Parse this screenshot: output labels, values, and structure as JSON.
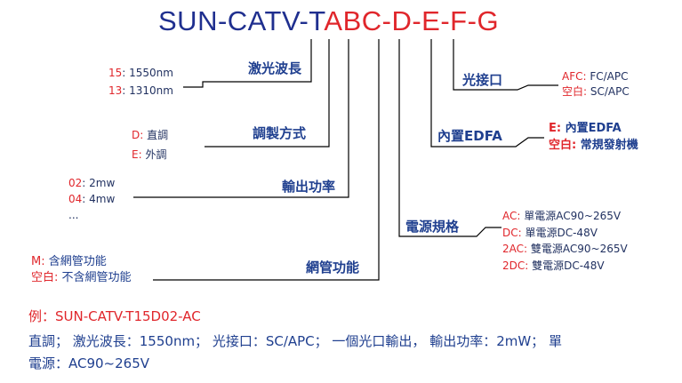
{
  "title": {
    "prefix": "SUN-CATV-T",
    "code": "ABC-D-E-F-G"
  },
  "fields": {
    "wavelength": {
      "label": "激光波長",
      "options": [
        {
          "code": "15",
          "text": ": 1550nm"
        },
        {
          "code": "13",
          "text": ": 1310nm"
        }
      ]
    },
    "modulation": {
      "label": "調製方式",
      "options": [
        {
          "code": "D:",
          "text": " 直調"
        },
        {
          "code": "E:",
          "text": " 外調"
        }
      ]
    },
    "output_power": {
      "label": "輸出功率",
      "options": [
        {
          "code": "02",
          "text": ": 2mw"
        },
        {
          "code": "04",
          "text": ": 4mw"
        }
      ],
      "ellipsis": "..."
    },
    "network_mgmt": {
      "label": "網管功能",
      "options": [
        {
          "code": "M:",
          "text": " 含網管功能"
        },
        {
          "code": "空白:",
          "text": " 不含網管功能"
        }
      ]
    },
    "optical_port": {
      "label": "光接口",
      "options": [
        {
          "code": "AFC:",
          "text": " FC/APC"
        },
        {
          "code": "空白:",
          "text": " SC/APC"
        }
      ]
    },
    "edfa": {
      "label": "內置EDFA",
      "options": [
        {
          "code": "E:",
          "text": " 內置EDFA"
        },
        {
          "code": "空白:",
          "text": " 常規發射機"
        }
      ]
    },
    "power_spec": {
      "label": "電源規格",
      "options": [
        {
          "code": "AC:",
          "text": " 單電源AC90~265V"
        },
        {
          "code": "DC:",
          "text": " 單電源DC-48V"
        },
        {
          "code": "2AC:",
          "text": " 雙電源AC90~265V"
        },
        {
          "code": "2DC:",
          "text": " 雙電源DC-48V"
        }
      ]
    }
  },
  "example": {
    "title": "例：SUN-CATV-T15D02-AC",
    "line1": "直調；  激光波長：1550nm；  光接口：SC/APC；   一個光口輸出，  輸出功率：2mW；  單",
    "line2": "電源：AC90~265V"
  },
  "colors": {
    "blue": "#1f2f8f",
    "red": "#e0262b",
    "line": "#000000"
  }
}
